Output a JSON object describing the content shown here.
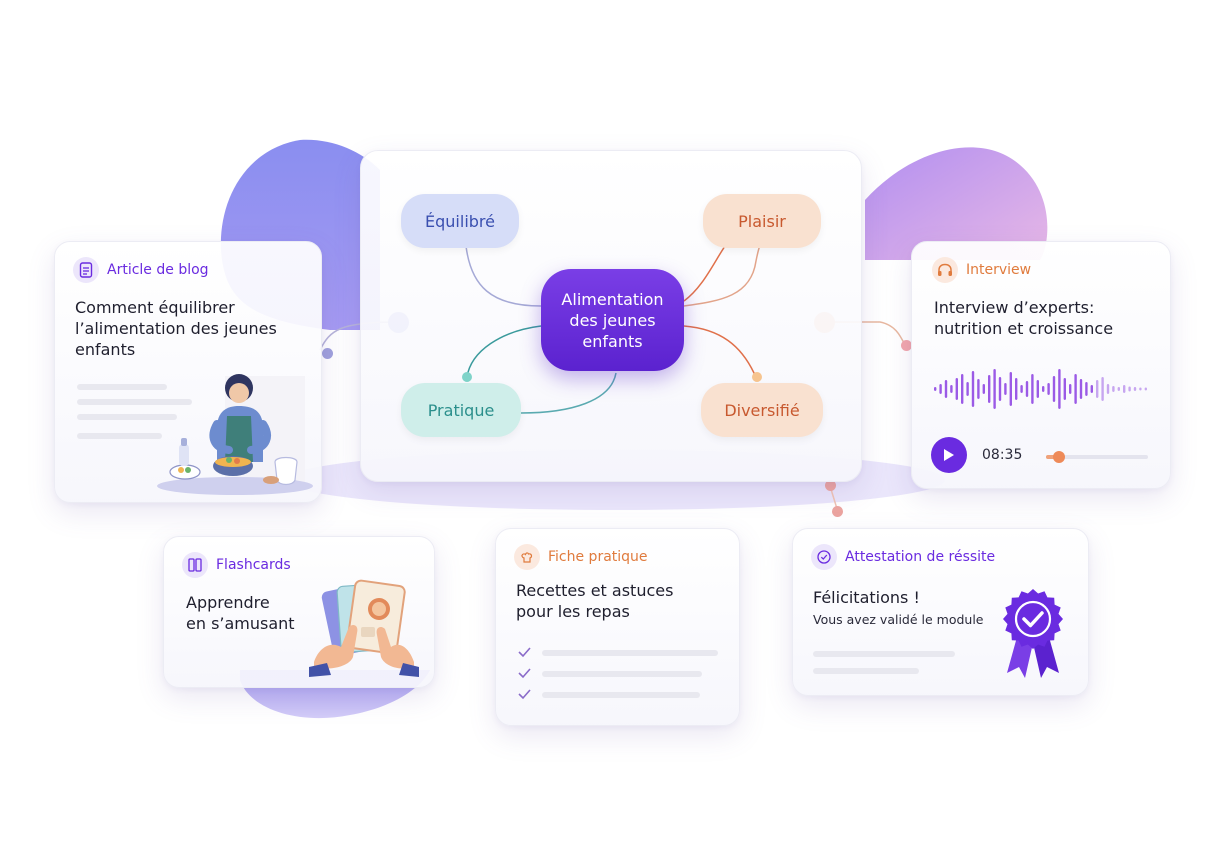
{
  "mindmap": {
    "center_label": "Alimentation\ndes jeunes\nenfants",
    "nodes": {
      "equilibre": "Équilibré",
      "plaisir": "Plaisir",
      "pratique": "Pratique",
      "diversifie": "Diversifié"
    }
  },
  "cards": {
    "article": {
      "tag": "Article de blog",
      "title": "Comment équilibrer\nl’alimentation des jeunes\nenfants",
      "icon": "document-icon"
    },
    "interview": {
      "tag": "Interview",
      "title": "Interview d’experts:\nnutrition et croissance",
      "time": "08:35",
      "icon": "headphones-icon"
    },
    "flashcards": {
      "tag": "Flashcards",
      "title": "Apprendre\nen s’amusant",
      "icon": "cards-icon"
    },
    "fiche": {
      "tag": "Fiche pratique",
      "title": "Recettes et astuces\npour les repas",
      "icon": "chef-icon"
    },
    "attestation": {
      "tag": "Attestation de réssite",
      "title": "Félicitations !",
      "subtitle": "Vous avez validé le module",
      "icon": "check-badge-icon"
    }
  },
  "colors": {
    "purple": "#6a2be0",
    "orange": "#e07b3d",
    "blue_node": "#d6ddf8",
    "peach_node": "#f9e1d0",
    "teal_node": "#cfeeea"
  }
}
